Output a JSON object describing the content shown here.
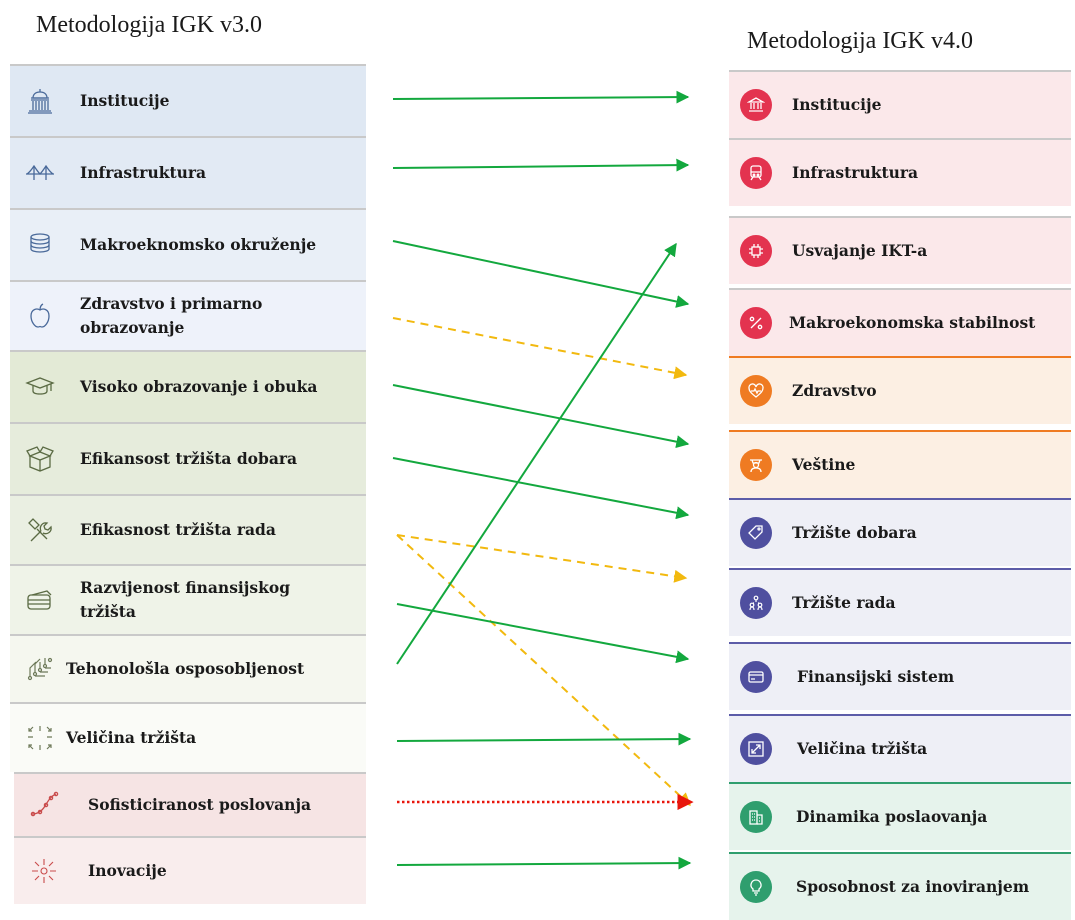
{
  "left": {
    "title": "Metodologija IGK v3.0",
    "items": [
      {
        "label": "Institucije",
        "icon": "government-building-icon"
      },
      {
        "label": "Infrastruktura",
        "icon": "bridge-icon"
      },
      {
        "label": "Makroeknomsko okruženje",
        "icon": "coin-stack-icon"
      },
      {
        "label": "Zdravstvo i primarno obrazovanje",
        "icon": "apple-icon"
      },
      {
        "label": "Visoko obrazovanje i obuka",
        "icon": "graduation-cap-icon"
      },
      {
        "label": "Efikansost tržišta dobara",
        "icon": "open-box-icon"
      },
      {
        "label": "Efikasnost tržišta rada",
        "icon": "tools-icon"
      },
      {
        "label": "Razvijenost finansijskog tržišta",
        "icon": "credit-card-icon"
      },
      {
        "label": "Tehonološla osposobljenost",
        "icon": "circuit-icon"
      },
      {
        "label": "Veličina tržišta",
        "icon": "expand-arrows-icon"
      },
      {
        "label": "Sofisticiranost poslovanja",
        "icon": "growth-curve-icon"
      },
      {
        "label": "Inovacije",
        "icon": "spark-burst-icon"
      }
    ]
  },
  "right": {
    "title": "Metodologija IGK v4.0",
    "items": [
      {
        "label": "Institucije",
        "icon": "institution-icon",
        "color": "#e3334f"
      },
      {
        "label": "Infrastruktura",
        "icon": "train-icon",
        "color": "#e3334f"
      },
      {
        "label": "Usvajanje IKT-a",
        "icon": "chip-icon",
        "color": "#e3334f"
      },
      {
        "label": "Makroekonomska stabilnost",
        "icon": "percent-icon",
        "color": "#e3334f"
      },
      {
        "label": "Zdravstvo",
        "icon": "heart-pulse-icon",
        "color": "#ef7b22"
      },
      {
        "label": "Veštine",
        "icon": "graduate-icon",
        "color": "#ef7b22"
      },
      {
        "label": "Tržište dobara",
        "icon": "price-tag-icon",
        "color": "#4f4f9f"
      },
      {
        "label": "Tržište rada",
        "icon": "people-network-icon",
        "color": "#4f4f9f"
      },
      {
        "label": "Finansijski sistem",
        "icon": "card-icon",
        "color": "#4f4f9f"
      },
      {
        "label": "Veličina tržišta",
        "icon": "resize-icon",
        "color": "#4f4f9f"
      },
      {
        "label": "Dinamika poslaovanja",
        "icon": "building-icon",
        "color": "#2f9e6e"
      },
      {
        "label": "Sposobnost za inoviranjem",
        "icon": "lightbulb-icon",
        "color": "#2f9e6e"
      }
    ]
  },
  "mappings": [
    {
      "from": "Institucije",
      "to": "Institucije",
      "style": "solid",
      "color": "#13a83e"
    },
    {
      "from": "Infrastruktura",
      "to": "Infrastruktura",
      "style": "solid",
      "color": "#13a83e"
    },
    {
      "from": "Makroeknomsko okruženje",
      "to": "Makroekonomska stabilnost",
      "style": "solid",
      "color": "#13a83e"
    },
    {
      "from": "Zdravstvo i primarno obrazovanje",
      "to": "Zdravstvo",
      "style": "dashed",
      "color": "#f2b90f"
    },
    {
      "from": "Visoko obrazovanje i obuka",
      "to": "Veštine",
      "style": "solid",
      "color": "#13a83e"
    },
    {
      "from": "Efikansost tržišta dobara",
      "to": "Tržište dobara",
      "style": "solid",
      "color": "#13a83e"
    },
    {
      "from": "Efikasnost tržišta rada",
      "to": "Tržište rada",
      "style": "dashed",
      "color": "#f2b90f"
    },
    {
      "from": "Efikasnost tržišta rada",
      "to": "Dinamika poslaovanja",
      "style": "dashed",
      "color": "#f2b90f"
    },
    {
      "from": "Razvijenost finansijskog tržišta",
      "to": "Finansijski sistem",
      "style": "solid",
      "color": "#13a83e"
    },
    {
      "from": "Tehonološla osposobljenost",
      "to": "Usvajanje IKT-a",
      "style": "solid",
      "color": "#13a83e"
    },
    {
      "from": "Veličina tržišta",
      "to": "Veličina tržišta",
      "style": "solid",
      "color": "#13a83e"
    },
    {
      "from": "Sofisticiranost poslovanja",
      "to": "Dinamika poslaovanja",
      "style": "dotted",
      "color": "#e8160c"
    },
    {
      "from": "Inovacije",
      "to": "Sposobnost za inoviranjem",
      "style": "solid",
      "color": "#13a83e"
    }
  ]
}
